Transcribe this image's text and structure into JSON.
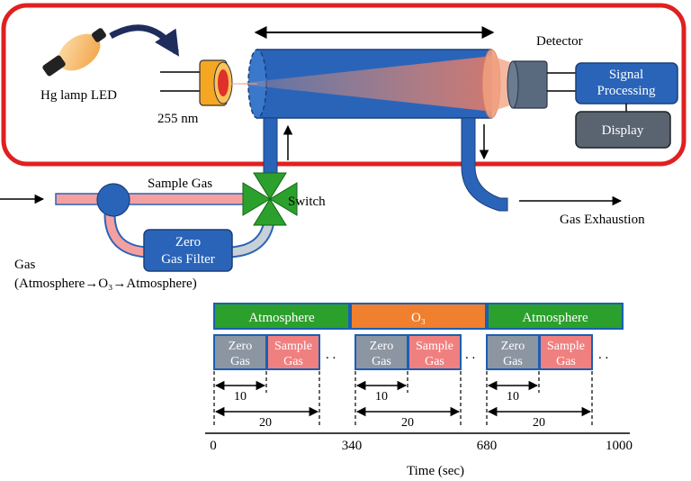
{
  "apparatus": {
    "lamp_label": "Hg lamp LED",
    "wavelength_label": "255 nm",
    "detector_label": "Detector",
    "signal_processing_line1": "Signal",
    "signal_processing_line2": "Processing",
    "display_label": "Display",
    "exhaust_label": "Gas Exhaustion"
  },
  "gas_flow": {
    "sample_gas_label": "Sample Gas",
    "switch_label": "Switch",
    "zero_filter_line1": "Zero",
    "zero_filter_line2": "Gas Filter",
    "gas_label": "Gas",
    "gas_sequence": "(Atmosphere→O₃→Atmosphere)"
  },
  "timeline": {
    "phases": [
      "Atmosphere",
      "O₃",
      "Atmosphere"
    ],
    "zero_line1": "Zero",
    "zero_line2": "Gas",
    "sample_line1": "Sample",
    "sample_line2": "Gas",
    "ellipsis": ". .",
    "dim_short": "10",
    "dim_long": "20",
    "ticks": [
      "0",
      "340",
      "680",
      "1000"
    ],
    "axis_label": "Time (sec)"
  },
  "colors": {
    "frame": "#e02020",
    "tube_blue": "#2a64b8",
    "lamp_orange": "#f5a623",
    "atmosphere_green": "#2ca02c",
    "ozone_orange": "#f07f2e",
    "zero_grey": "#8c96a3",
    "sample_pink": "#f08080",
    "display_grey": "#5a6470"
  }
}
